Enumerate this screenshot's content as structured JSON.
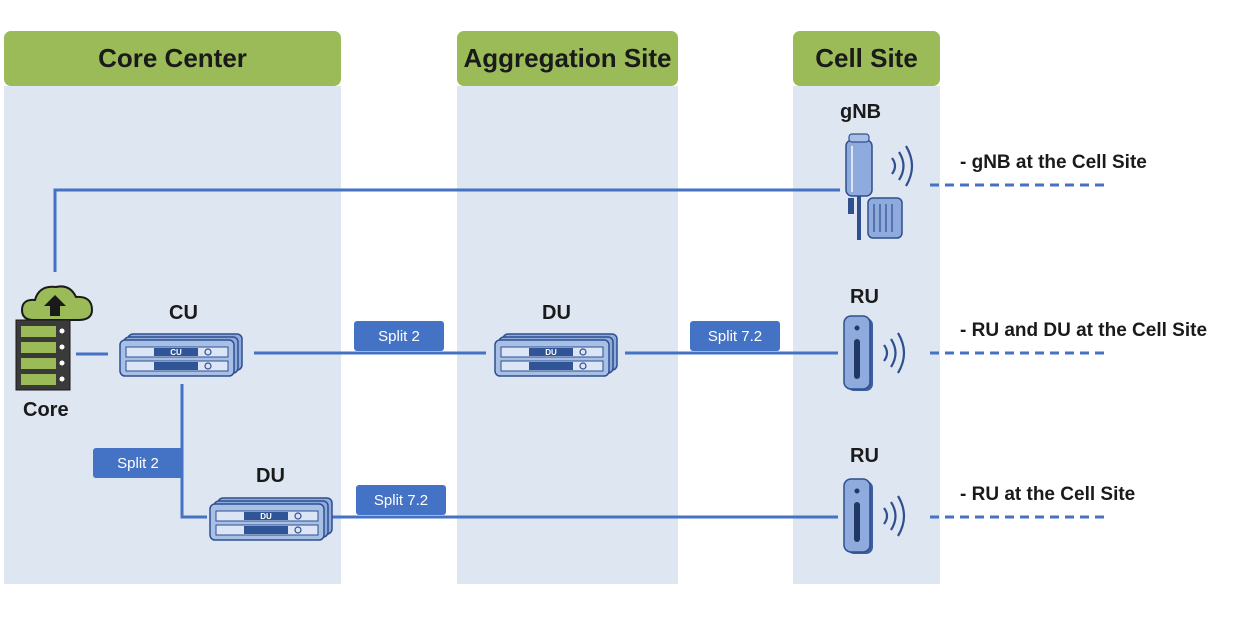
{
  "zones": {
    "core_center": "Core Center",
    "aggregation_site": "Aggregation Site",
    "cell_site": "Cell Site"
  },
  "devices": {
    "core": "Core",
    "cu": "CU",
    "du_aggregation": "DU",
    "du_core_center": "DU",
    "gnb": "gNB",
    "ru_middle": "RU",
    "ru_bottom": "RU",
    "cu_box_text": "CU",
    "du_box_text": "DU"
  },
  "splits": {
    "cu_to_agg_du": "Split 2",
    "agg_du_to_ru": "Split 7.2",
    "cu_to_core_du": "Split 2",
    "core_du_to_ru": "Split 7.2"
  },
  "scenarios": {
    "gnb_at_cell": "- gNB at the Cell Site",
    "ru_du_at_cell": "- RU and DU at the Cell Site",
    "ru_at_cell": "- RU at the Cell Site"
  },
  "colors": {
    "zone_bg": "#dee6f1",
    "header_bg": "#9bbb59",
    "link": "#4472c4",
    "device_fill": "#8faadc",
    "device_stroke": "#2f4f8f"
  }
}
